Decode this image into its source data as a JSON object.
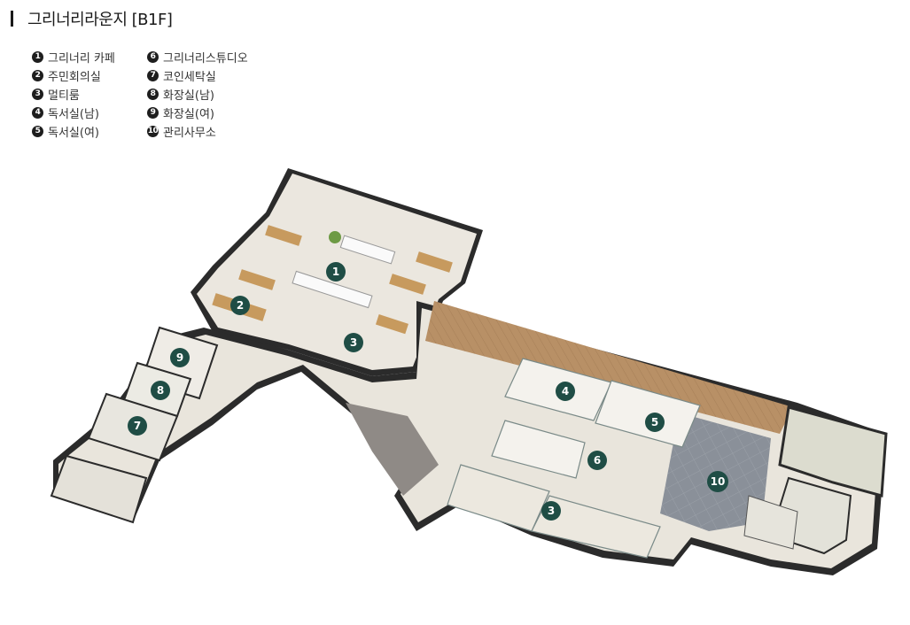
{
  "title": "그리너리라운지 [B1F]",
  "legend": [
    {
      "num": "1",
      "label": "그리너리 카페"
    },
    {
      "num": "6",
      "label": "그리너리스튜디오"
    },
    {
      "num": "2",
      "label": "주민회의실"
    },
    {
      "num": "7",
      "label": "코인세탁실"
    },
    {
      "num": "3",
      "label": "멀티룸"
    },
    {
      "num": "8",
      "label": "화장실(남)"
    },
    {
      "num": "4",
      "label": "독서실(남)"
    },
    {
      "num": "9",
      "label": "화장실(여)"
    },
    {
      "num": "5",
      "label": "독서실(여)"
    },
    {
      "num": "10",
      "label": "관리사무소"
    }
  ],
  "markers": [
    "1",
    "2",
    "3",
    "3",
    "4",
    "5",
    "6",
    "7",
    "8",
    "9",
    "10"
  ],
  "colors": {
    "marker": "#1f4d45",
    "floor": "#e7e3da",
    "wood": "#b89066",
    "wall": "#2b2b2b",
    "office_floor": "#8a9099",
    "lounge_floor": "#8f8a86"
  }
}
